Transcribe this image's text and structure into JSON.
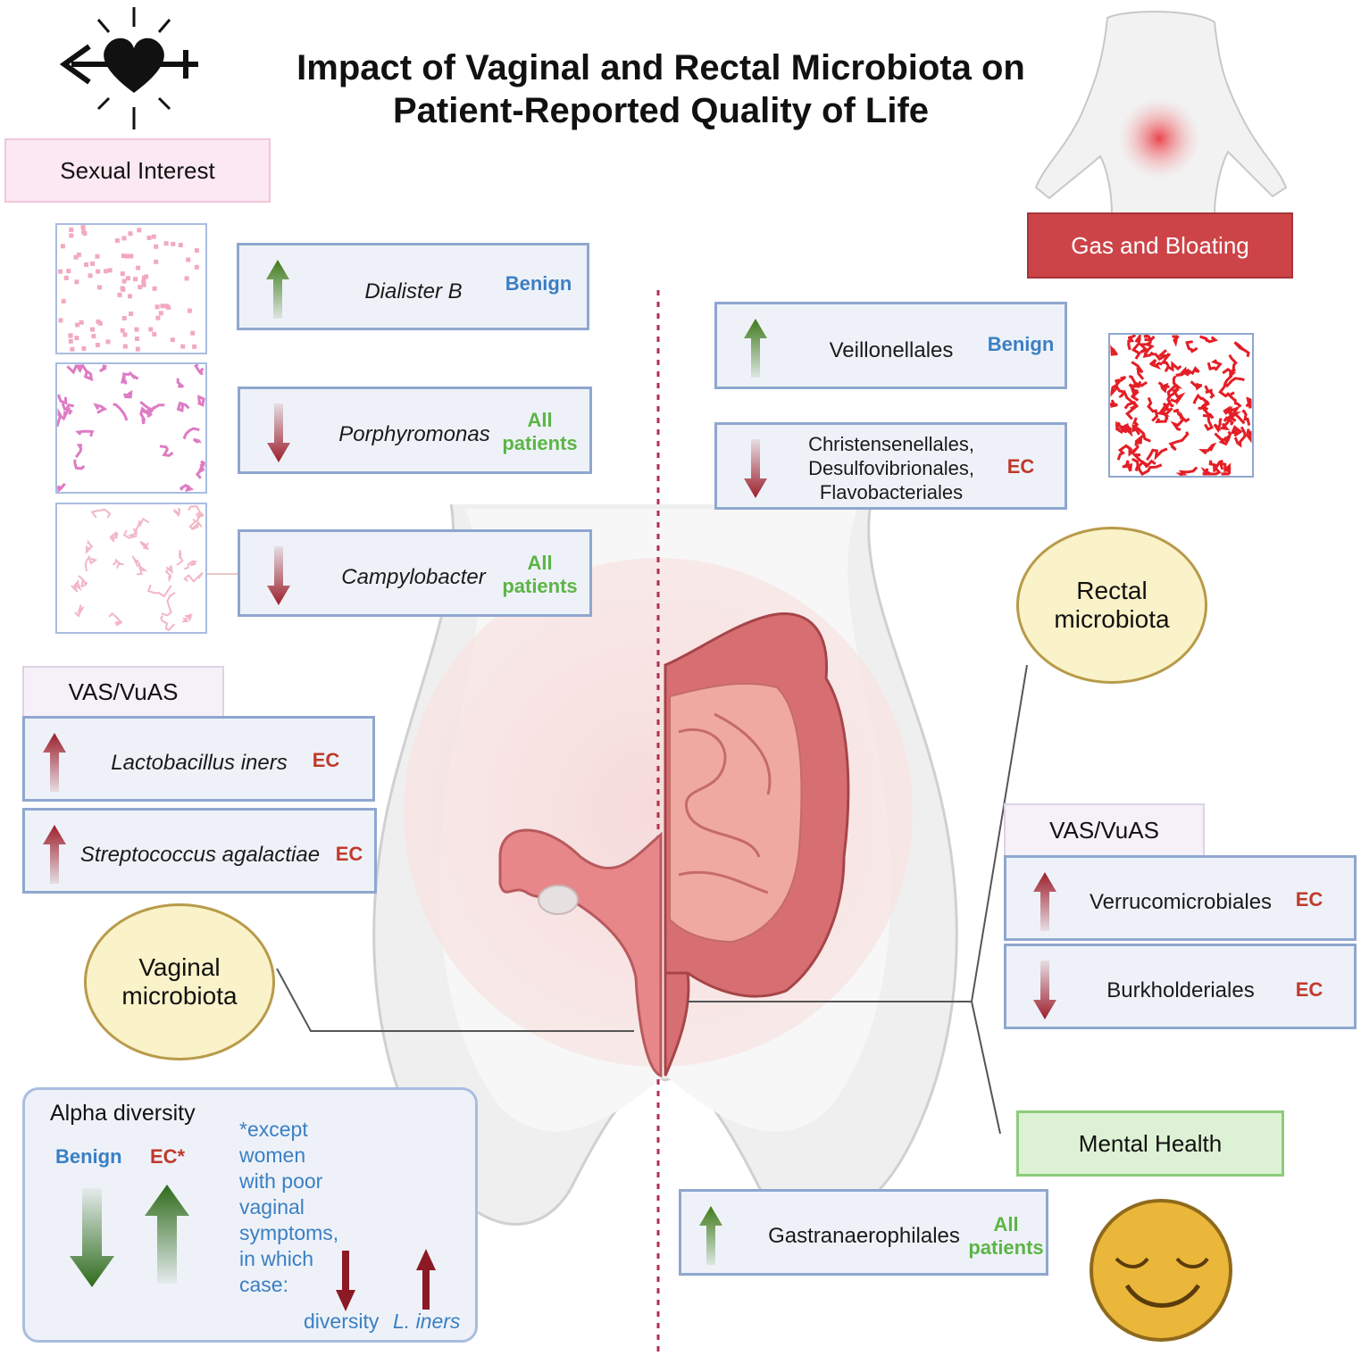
{
  "title": "Impact of Vaginal and Rectal Microbiota on Patient-Reported Quality of Life",
  "colors": {
    "benign": "#3a7fc4",
    "ec": "#c0392b",
    "all_patients": "#5cb545",
    "arrow_up_green": "#4a7a1f",
    "arrow_down_red": "#a0212e",
    "gas_box": "#cc4448",
    "mental_health_box": "#ddf2d4",
    "oval_fill": "#faf2c8"
  },
  "icons": {
    "sexual_interest": "heart-arrow-icon",
    "gas_and_bloating": "body-silhouette-icon",
    "mental_health": "smiley-face-icon"
  },
  "sexual_interest": {
    "label": "Sexual Interest",
    "items": [
      {
        "taxon": "Dialister B",
        "direction": "up",
        "group": "Benign"
      },
      {
        "taxon": "Porphyromonas",
        "direction": "down",
        "group_line1": "All",
        "group_line2": "patients"
      },
      {
        "taxon": "Campylobacter",
        "direction": "down",
        "group_line1": "All",
        "group_line2": "patients"
      }
    ]
  },
  "gas_and_bloating": {
    "label": "Gas and Bloating",
    "items": [
      {
        "taxon": "Veillonellales",
        "direction": "up",
        "group": "Benign"
      },
      {
        "taxon_line1": "Christensenellales,",
        "taxon_line2": "Desulfovibrionales,",
        "taxon_line3": "Flavobacteriales",
        "direction": "down",
        "group": "EC"
      }
    ]
  },
  "rectal_microbiota": {
    "line1": "Rectal",
    "line2": "microbiota"
  },
  "vaginal_microbiota": {
    "line1": "Vaginal",
    "line2": "microbiota"
  },
  "vas_left": {
    "label": "VAS/VuAS",
    "items": [
      {
        "taxon": "Lactobacillus iners",
        "direction": "up",
        "group": "EC"
      },
      {
        "taxon": "Streptococcus agalactiae",
        "direction": "up",
        "group": "EC"
      }
    ]
  },
  "vas_right": {
    "label": "VAS/VuAS",
    "items": [
      {
        "taxon": "Verrucomicrobiales",
        "direction": "up",
        "group": "EC"
      },
      {
        "taxon": "Burkholderiales",
        "direction": "down",
        "group": "EC"
      }
    ]
  },
  "mental_health": {
    "label": "Mental Health",
    "items": [
      {
        "taxon": "Gastranaerophilales",
        "direction": "up",
        "group_line1": "All",
        "group_line2": "patients"
      }
    ]
  },
  "alpha_diversity": {
    "title": "Alpha diversity",
    "benign_label": "Benign",
    "benign_direction": "down",
    "ec_label": "EC*",
    "ec_direction": "up",
    "note_lines": [
      "*except",
      "women",
      "with poor",
      "vaginal",
      "symptoms,",
      "in which",
      "case:"
    ],
    "diversity_label": "diversity",
    "diversity_direction": "down",
    "iners_prefix": "L.",
    "iners_label": "iners",
    "iners_direction": "up"
  }
}
